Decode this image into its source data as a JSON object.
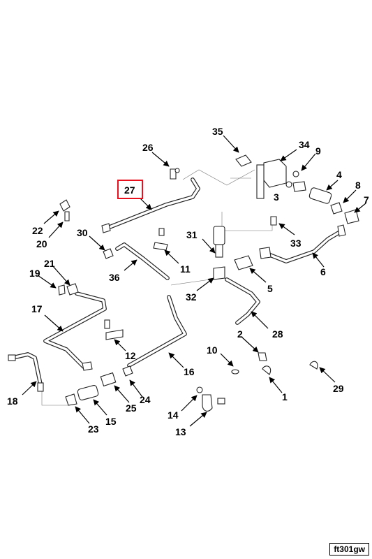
{
  "figure_code": "ft301gw",
  "highlighted_callout": "27",
  "highlight_color": "#e8111d",
  "callouts": {
    "c1": "1",
    "c2": "2",
    "c3": "3",
    "c4": "4",
    "c5": "5",
    "c6": "6",
    "c7": "7",
    "c8": "8",
    "c9": "9",
    "c10": "10",
    "c11": "11",
    "c12": "12",
    "c13": "13",
    "c14": "14",
    "c15": "15",
    "c16": "16",
    "c17": "17",
    "c18": "18",
    "c19": "19",
    "c20": "20",
    "c21": "21",
    "c22": "22",
    "c23": "23",
    "c24": "24",
    "c25": "25",
    "c26": "26",
    "c27": "27",
    "c28": "28",
    "c29": "29",
    "c30": "30",
    "c31": "31",
    "c32": "32",
    "c33": "33",
    "c34": "34",
    "c35": "35",
    "c36": "36"
  }
}
